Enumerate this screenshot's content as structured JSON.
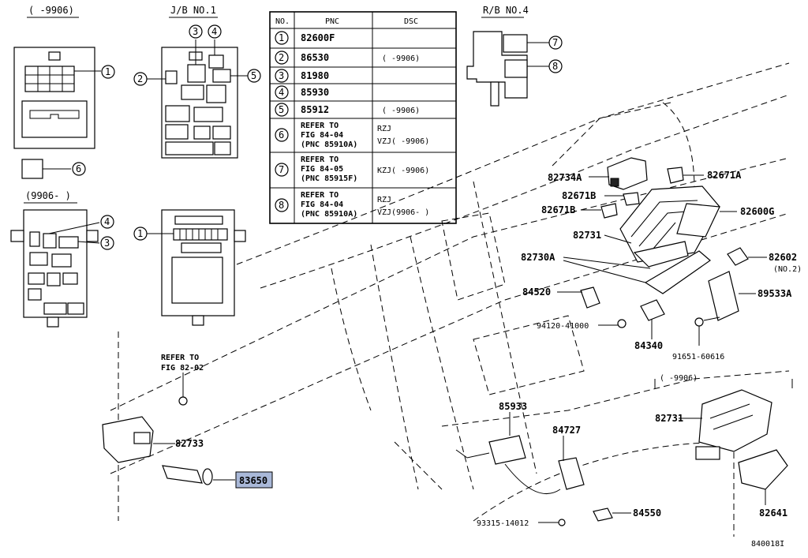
{
  "header_labels": {
    "jb_old_range": "(   -9906)",
    "jb_no1": "J/B NO.1",
    "rb_no4": "R/B NO.4",
    "jb_new_range": "(9906-   )"
  },
  "table": {
    "col_no": "NO.",
    "col_pnc": "PNC",
    "col_dsc": "DSC",
    "rows": [
      {
        "no": "1",
        "pnc": "82600F",
        "dsc": ""
      },
      {
        "no": "2",
        "pnc": "86530",
        "dsc": "(   -9906)"
      },
      {
        "no": "3",
        "pnc": "81980",
        "dsc": ""
      },
      {
        "no": "4",
        "pnc": "85930",
        "dsc": ""
      },
      {
        "no": "5",
        "pnc": "85912",
        "dsc": "(   -9906)"
      },
      {
        "no": "6",
        "pnc1": "REFER TO",
        "pnc2": "FIG 84-04",
        "pnc3": "(PNC 85910A)",
        "dsc1": "RZJ",
        "dsc2": "VZJ(   -9906)"
      },
      {
        "no": "7",
        "pnc1": "REFER TO",
        "pnc2": "FIG 84-05",
        "pnc3": "(PNC 85915F)",
        "dsc1": "KZJ(   -9906)",
        "dsc2": ""
      },
      {
        "no": "8",
        "pnc1": "REFER TO",
        "pnc2": "FIG 84-04",
        "pnc3": "(PNC 85910A)",
        "dsc1": "RZJ",
        "dsc2": "VZJ(9906-   )"
      }
    ]
  },
  "callouts": {
    "c1": "1",
    "c2": "2",
    "c3": "3",
    "c4": "4",
    "c5": "5",
    "c6": "6",
    "c7": "7",
    "c8": "8"
  },
  "parts": {
    "p82734A": "82734A",
    "p82671A": "82671A",
    "p82671B_1": "82671B",
    "p82671B_2": "82671B",
    "p82600G": "82600G",
    "p82731": "82731",
    "p82730A": "82730A",
    "p82602": "82602",
    "p82602_sub": "(NO.2)",
    "p84520": "84520",
    "p89533A": "89533A",
    "p94120": "94120-41000",
    "p84340": "84340",
    "p91651": "91651-60616",
    "refer_line1": "REFER TO",
    "refer_line2": "FIG 82-02",
    "p82733": "82733",
    "p83650": "83650",
    "p85933": "85933",
    "p84727": "84727",
    "p84550": "84550",
    "p93315": "93315-14012",
    "p82731_old_range": "(   -9906)",
    "p82731_b": "82731",
    "p82641": "82641",
    "fig_code": "840018I"
  },
  "colors": {
    "highlight": "#a9b8d8"
  }
}
